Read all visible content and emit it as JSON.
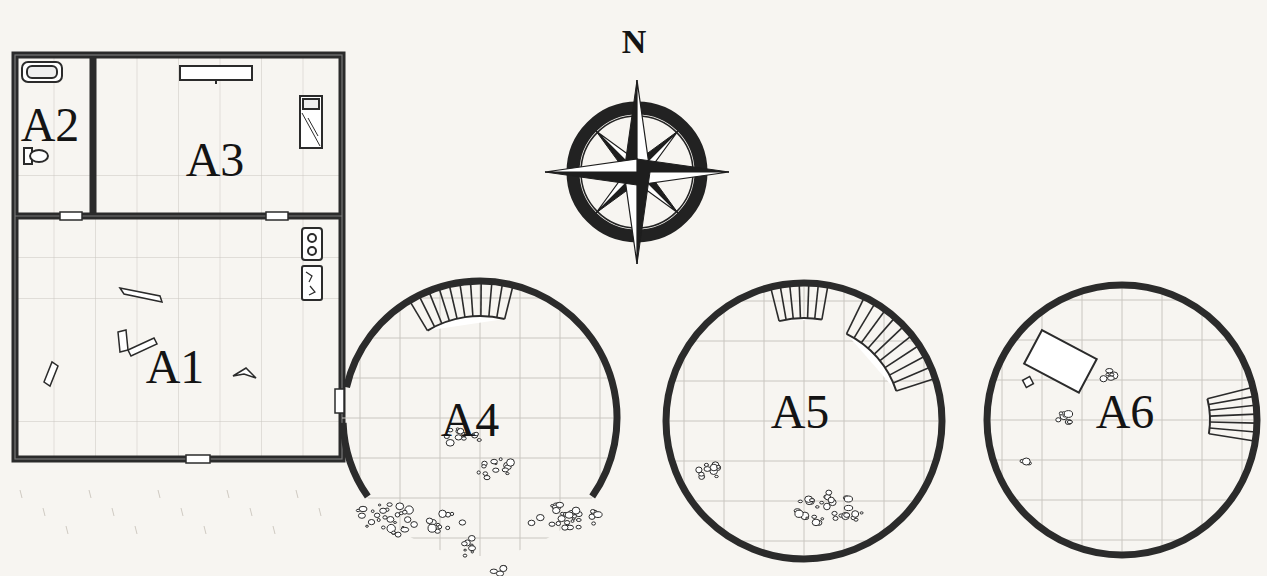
{
  "diagram": {
    "nodes": [
      {
        "text": [
          "A2"
        ]
      },
      {
        "text": [
          "A3"
        ]
      },
      {
        "text": [
          "A1"
        ]
      },
      {
        "text": [
          "A4"
        ]
      },
      {
        "text": [
          "A5"
        ]
      },
      {
        "text": [
          "A6"
        ]
      }
    ],
    "labels": [
      "N"
    ]
  }
}
